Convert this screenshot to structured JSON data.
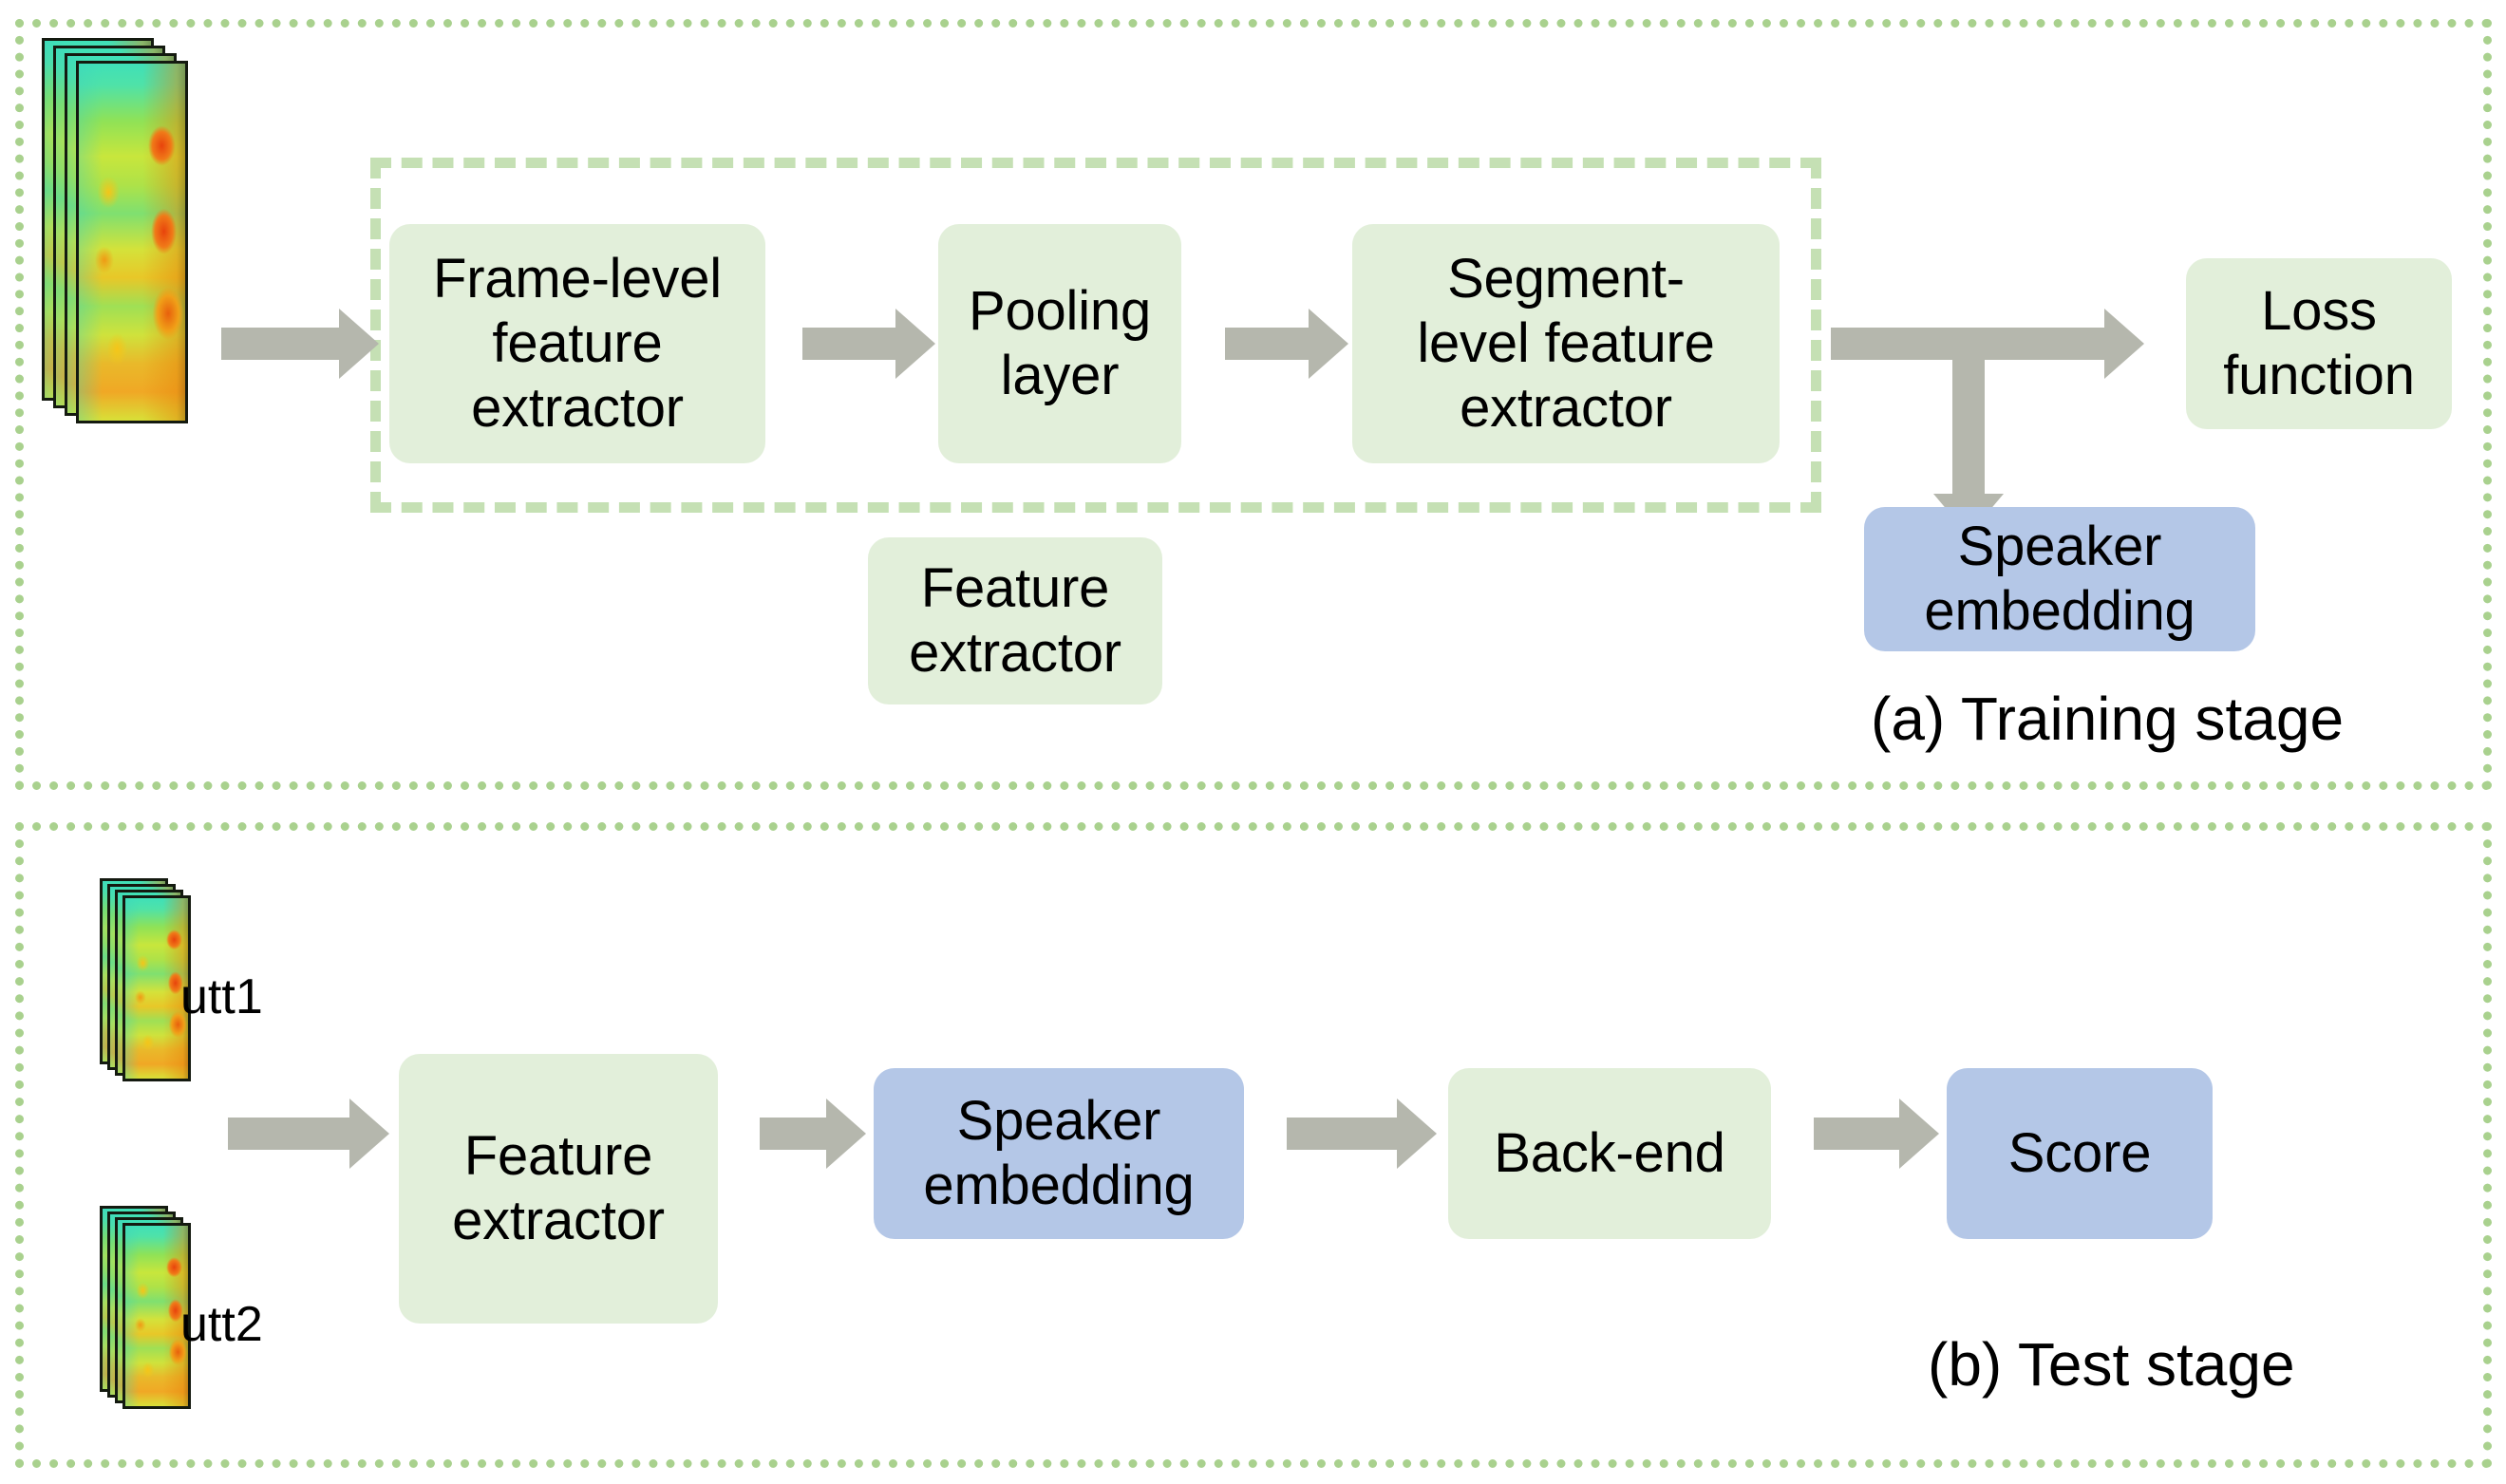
{
  "figure": {
    "title": "Speaker verification pipeline: training and test stages",
    "colors": {
      "panel_border": "#a9d18e",
      "dashed_group_border": "#c5e0b4",
      "node_green_fill": "#e2efda",
      "node_blue_fill": "#b4c7e7",
      "arrow_gray": "#b5b7ad",
      "text": "#000000",
      "background": "#ffffff"
    }
  },
  "training_stage": {
    "caption": "(a) Training stage",
    "input": {
      "icon": "spectrogram-stack-icon",
      "sheet_count": 4
    },
    "group_label": "Feature\nextractor",
    "nodes": {
      "frame_level": "Frame-level\nfeature\nextractor",
      "pooling": "Pooling\nlayer",
      "segment_level": "Segment-\nlevel feature\nextractor",
      "loss": "Loss\nfunction",
      "speaker_embedding": "Speaker\nembedding"
    },
    "arrows": [
      {
        "name": "input-to-frame-level",
        "direction": "right"
      },
      {
        "name": "frame-level-to-pooling",
        "direction": "right"
      },
      {
        "name": "pooling-to-segment-level",
        "direction": "right"
      },
      {
        "name": "segment-level-to-loss",
        "direction": "right"
      },
      {
        "name": "branch-to-speaker-embedding",
        "direction": "down"
      }
    ]
  },
  "test_stage": {
    "caption": "(b) Test stage",
    "inputs": [
      {
        "label": "utt1",
        "icon": "spectrogram-stack-icon",
        "sheet_count": 4
      },
      {
        "label": "utt2",
        "icon": "spectrogram-stack-icon",
        "sheet_count": 4
      }
    ],
    "nodes": {
      "feature_extractor": "Feature\nextractor",
      "speaker_embedding": "Speaker\nembedding",
      "backend": "Back-end",
      "score": "Score"
    },
    "arrows": [
      {
        "name": "utterances-to-feature-extractor",
        "direction": "right"
      },
      {
        "name": "feature-extractor-to-speaker-embedding",
        "direction": "right"
      },
      {
        "name": "speaker-embedding-to-backend",
        "direction": "right"
      },
      {
        "name": "backend-to-score",
        "direction": "right"
      }
    ]
  }
}
